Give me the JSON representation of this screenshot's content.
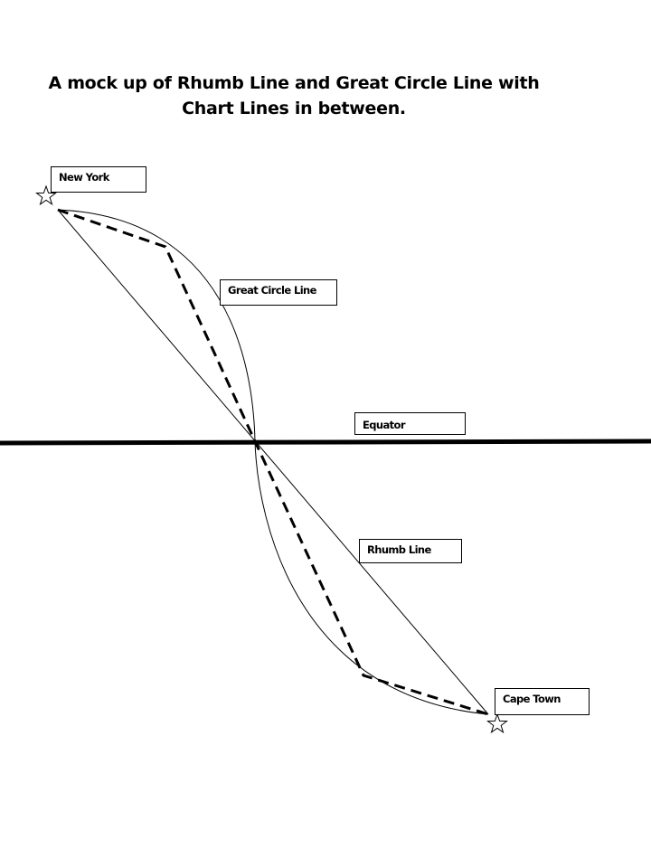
{
  "title": {
    "line1": "A mock up of Rhumb Line and Great Circle Line with",
    "line2": "Chart Lines in between."
  },
  "labels": {
    "new_york": "New York",
    "great_circle": "Great Circle Line",
    "equator": "Equator",
    "rhumb_line": "Rhumb Line",
    "cape_town": "Cape Town"
  },
  "icons": {
    "origin_marker": "star-icon",
    "destination_marker": "star-icon"
  },
  "colors": {
    "ink": "#000000",
    "background": "#ffffff"
  }
}
